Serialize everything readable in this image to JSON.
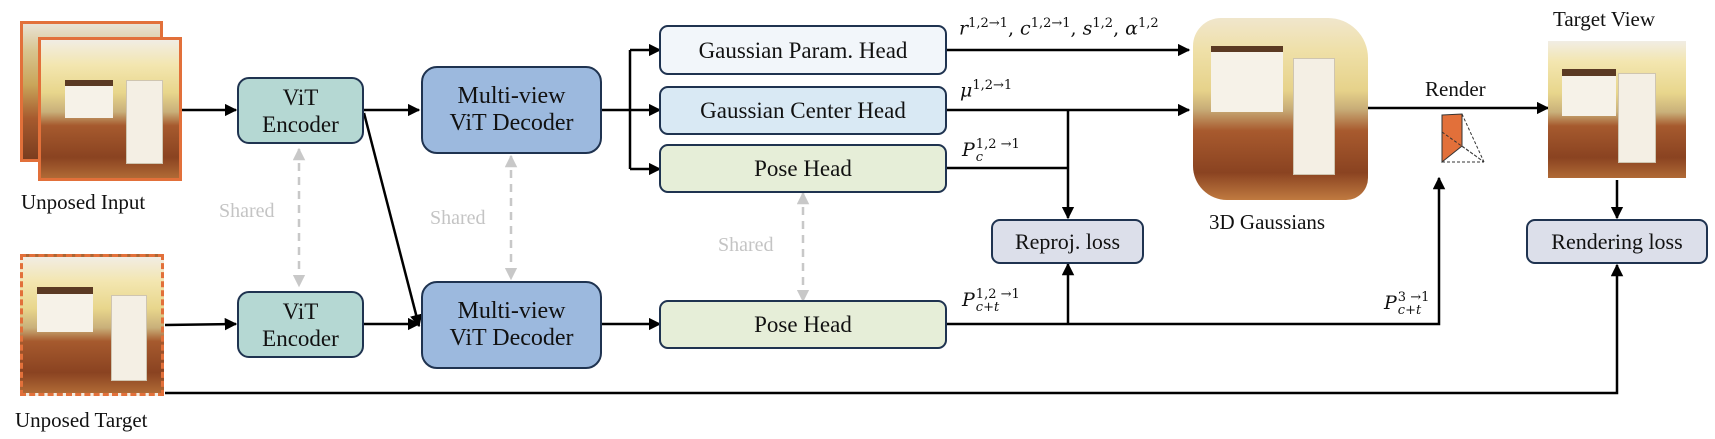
{
  "inputs": {
    "unposed_input_label": "Unposed Input",
    "unposed_target_label": "Unposed Target"
  },
  "encoders": {
    "top": "ViT\nEncoder",
    "bottom": "ViT\nEncoder",
    "top_line1": "ViT",
    "top_line2": "Encoder",
    "bottom_line1": "ViT",
    "bottom_line2": "Encoder"
  },
  "decoders": {
    "top_line1": "Multi-view",
    "top_line2": "ViT Decoder",
    "bottom_line1": "Multi-view",
    "bottom_line2": "ViT Decoder"
  },
  "heads": {
    "param": "Gaussian Param. Head",
    "center": "Gaussian Center Head",
    "pose_top": "Pose Head",
    "pose_bottom": "Pose Head"
  },
  "shared_labels": {
    "encoder": "Shared",
    "decoder": "Shared",
    "pose": "Shared"
  },
  "losses": {
    "reproj": "Reproj. loss",
    "rendering": "Rendering loss"
  },
  "outputs": {
    "gaussians_label": "3D Gaussians",
    "render_label": "Render",
    "target_view_label": "Target View"
  },
  "math": {
    "param_outputs": {
      "r": "r",
      "r_sup": "1,2→1",
      "c": "c",
      "c_sup": "1,2→1",
      "s": "s",
      "s_sup": "1,2",
      "alpha": "α",
      "alpha_sup": "1,2",
      "sep": ", "
    },
    "center_output": {
      "base": "μ",
      "sup": "1,2→1"
    },
    "pose_top_output": {
      "base": "P",
      "sup": "1,2 →1",
      "sub": "c"
    },
    "pose_bottom_output": {
      "base": "P",
      "sup": "1,2 →1",
      "sub": "c+t"
    },
    "pose_target_output": {
      "base": "P",
      "sup": "3 →1",
      "sub": "c+t"
    }
  },
  "colors": {
    "input_frame": "#e2703a",
    "encoder_fill": "#b5d8d3",
    "decoder_fill": "#9cb9de",
    "param_head_fill": "#f2f6fa",
    "center_head_fill": "#d9e9f4",
    "pose_head_fill": "#e6eed8",
    "loss_fill": "#dcdfea",
    "box_border": "#1f3350",
    "shared_gray": "#c4c4c4",
    "camera_face": "#e2703a"
  }
}
